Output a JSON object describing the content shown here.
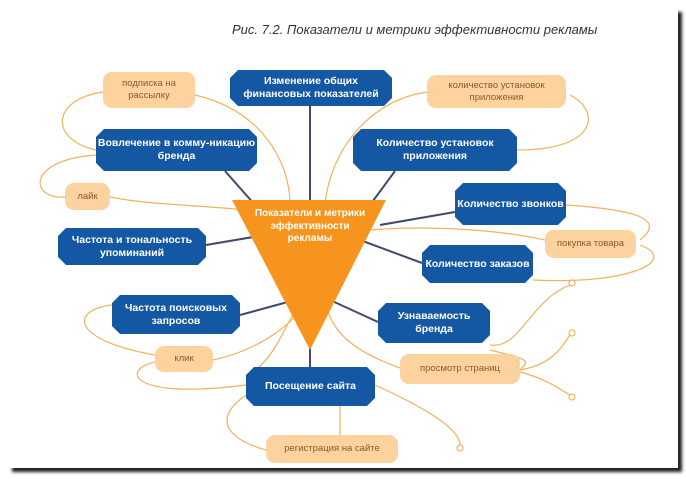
{
  "title": "Рис. 7.2. Показатели и метрики эффективности рекламы",
  "center": "Показатели и метрики эффективности рекламы",
  "metrics": {
    "finance": "Изменение общих финансовых показателей",
    "engagement": "Вовлечение в комму-никацию бренда",
    "installs": "Количество установок приложения",
    "calls": "Количество звонков",
    "mentions": "Частота и тональность упоминаний",
    "orders": "Количество заказов",
    "search": "Частота поисковых запросов",
    "awareness": "Узнаваемость бренда",
    "visits": "Посещение сайта"
  },
  "actions": {
    "subscribe": "подписка на рассылку",
    "install_count": "количество установок приложения",
    "like": "лайк",
    "purchase": "покупка товара",
    "click": "клик",
    "pageviews": "просмотр страниц",
    "registration": "регистрация на сайте"
  },
  "colors": {
    "metric": "#1457a3",
    "action": "#fcd29f",
    "center": "#f7941d",
    "connector": "#3f4a6b",
    "arc": "#f0b25c"
  }
}
